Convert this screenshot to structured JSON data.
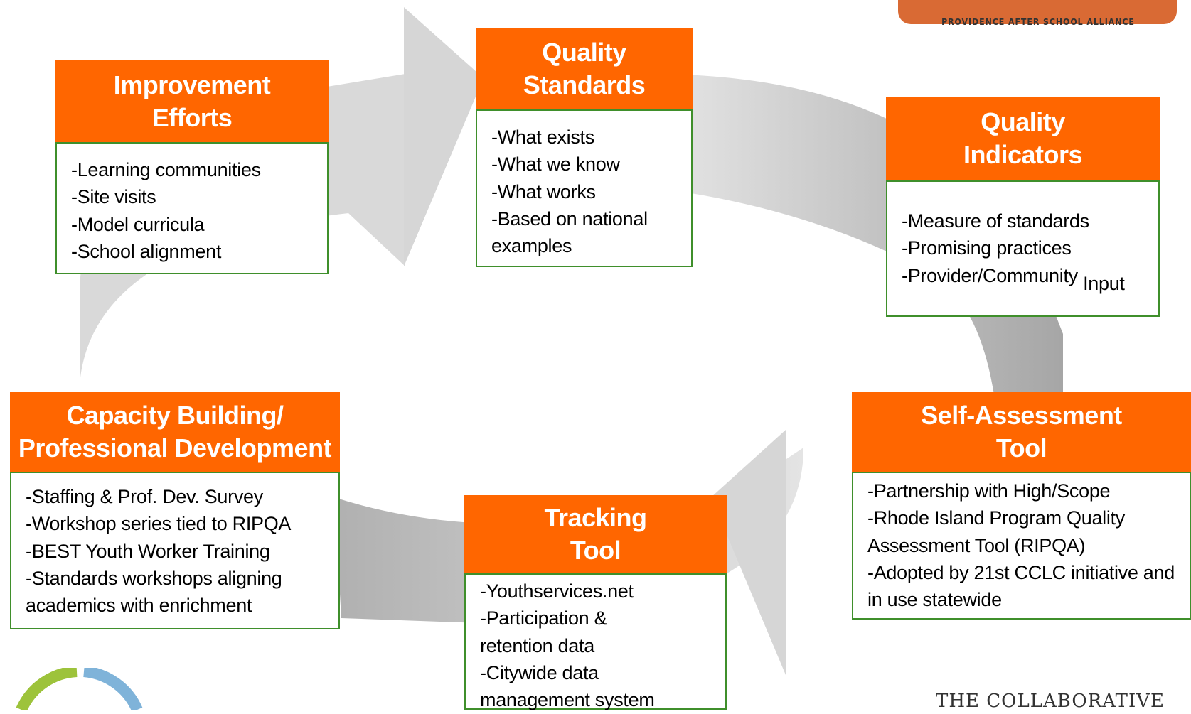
{
  "colors": {
    "header": "#ff6600",
    "border": "#3f8f2b",
    "arrow_light": "#dcdcdc",
    "arrow_dark": "#a8a8a8"
  },
  "logos": {
    "pasa_tagline": "PROVIDENCE AFTER SCHOOL ALLIANCE",
    "collaborative": "THE COLLABORATIVE"
  },
  "cards": {
    "improvement": {
      "title": [
        "Improvement",
        "Efforts"
      ],
      "items": [
        "-Learning communities",
        "-Site visits",
        "-Model curricula",
        "-School alignment"
      ]
    },
    "standards": {
      "title": [
        "Quality",
        "Standards"
      ],
      "items": [
        "-What exists",
        "-What we know",
        "-What works",
        "-Based on national",
        "examples"
      ]
    },
    "indicators": {
      "title": [
        "Quality",
        "Indicators"
      ],
      "items": [
        "-Measure of standards",
        "-Promising practices",
        "-Provider/Community"
      ],
      "items_sub": "Input"
    },
    "capacity": {
      "title": [
        "Capacity Building/",
        "Professional Development"
      ],
      "items": [
        "-Staffing & Prof. Dev. Survey",
        "-Workshop series tied to RIPQA",
        "-BEST Youth Worker Training",
        "-Standards workshops aligning",
        "academics with enrichment"
      ]
    },
    "tracking": {
      "title": [
        "Tracking",
        "Tool"
      ],
      "items": [
        "-Youthservices.net",
        "-Participation &",
        "retention data",
        "-Citywide data",
        "management system"
      ]
    },
    "selfassess": {
      "title": [
        "Self-Assessment",
        "Tool"
      ],
      "items": [
        "-Partnership with High/Scope",
        "-Rhode Island Program Quality",
        "Assessment Tool (RIPQA)",
        "-Adopted by 21st CCLC initiative and",
        "in use statewide"
      ]
    }
  }
}
